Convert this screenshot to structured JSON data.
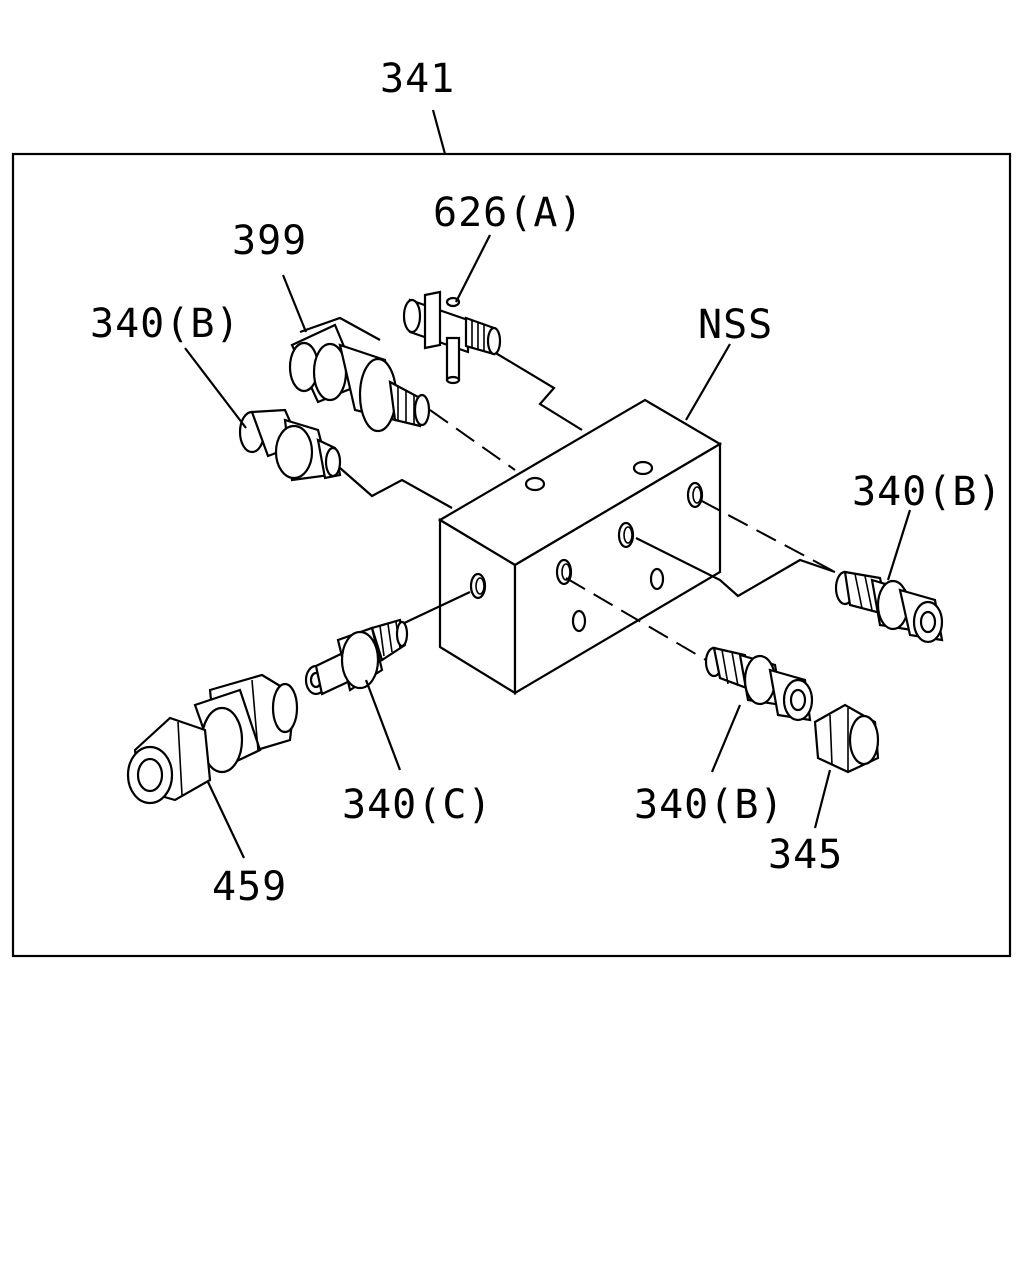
{
  "labels": {
    "assembly": "341",
    "valve": "626(A)",
    "sensor": "399",
    "block": "NSS",
    "fitting_upper_left": "340(B)",
    "fitting_right": "340(B)",
    "fitting_bottom_mid": "340(B)",
    "fitting_c": "340(C)",
    "cap": "345",
    "union": "459"
  }
}
